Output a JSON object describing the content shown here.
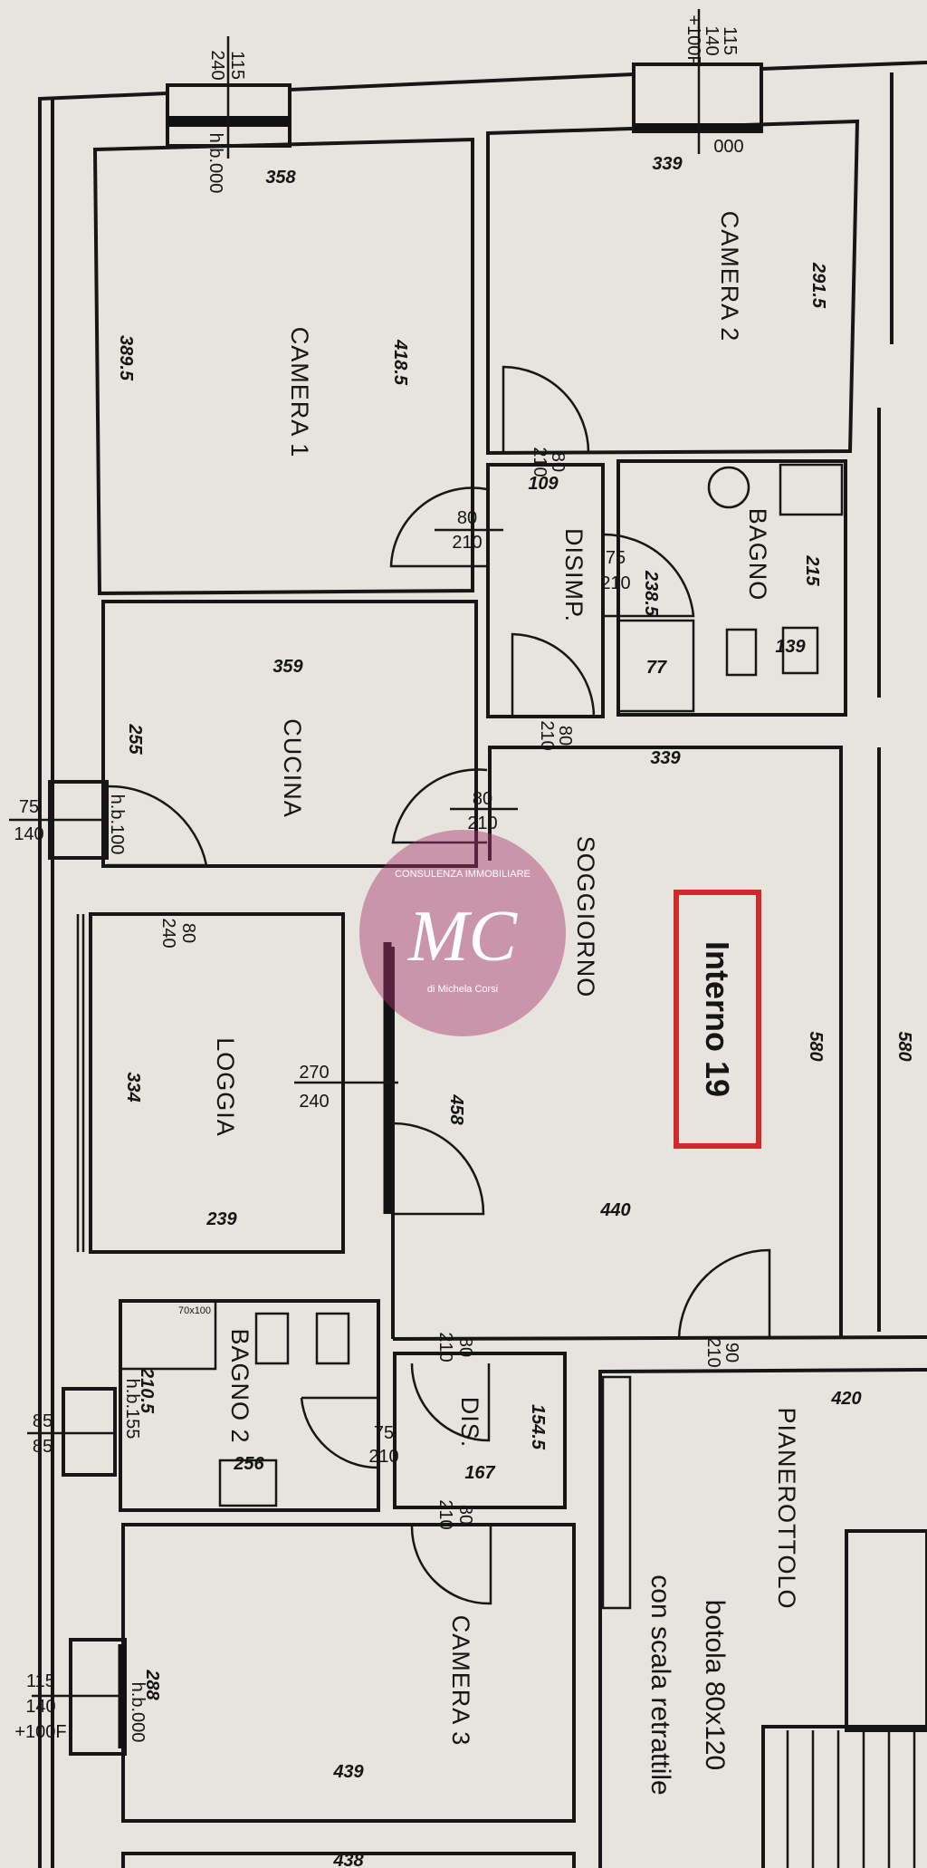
{
  "colors": {
    "paper": "#e6e4dd",
    "line": "#161616",
    "unit_box": "#d22a2a",
    "watermark": "#a8346e"
  },
  "unit_label": "Interno 19",
  "watermark": {
    "monogram": "MC",
    "top_text": "CONSULENZA IMMOBILIARE",
    "bottom_text": "di Michela Corsi"
  },
  "rooms": {
    "camera1": {
      "name": "CAMERA 1",
      "dims": [
        "418.5",
        "389.5",
        "358"
      ]
    },
    "camera2": {
      "name": "CAMERA 2",
      "dims": [
        "291.5",
        "339"
      ]
    },
    "disimp": {
      "name": "DISIMP.",
      "dims": [
        "109"
      ]
    },
    "bagno": {
      "name": "BAGNO",
      "dims": [
        "215",
        "238.5",
        "77",
        "139"
      ]
    },
    "cucina": {
      "name": "CUCINA",
      "dims": [
        "359",
        "255"
      ]
    },
    "soggiorno": {
      "name": "SOGGIORNO",
      "dims": [
        "339",
        "580",
        "440",
        "458"
      ]
    },
    "loggia": {
      "name": "LOGGIA",
      "dims": [
        "334",
        "239"
      ]
    },
    "bagno2": {
      "name": "BAGNO 2",
      "dims": [
        "210.5",
        "256",
        "70x100"
      ]
    },
    "dis": {
      "name": "DIS.",
      "dims": [
        "154.5",
        "167"
      ]
    },
    "camera3": {
      "name": "CAMERA 3",
      "dims": [
        "439",
        "288",
        "438"
      ]
    },
    "pianerottolo": {
      "name": "PIANEROTTOLO",
      "dims": [
        "420"
      ],
      "note_line1": "botola 80x120",
      "note_line2": "con scala retrattile"
    },
    "neighbor": {
      "dims": [
        "580"
      ]
    }
  },
  "windows": [
    {
      "top": "115",
      "bottom": "240",
      "hb": "h.b.000"
    },
    {
      "lines": [
        "115",
        "140",
        "+100F"
      ],
      "hb": "000"
    },
    {
      "top": "75",
      "bottom": "140",
      "hb": "h.b.100"
    },
    {
      "top": "85",
      "bottom": "85",
      "hb": "h.b.155"
    },
    {
      "lines": [
        "115",
        "140",
        "+100F"
      ],
      "hb": "h.b.000"
    }
  ],
  "doors": [
    {
      "w": "80",
      "h": "210"
    },
    {
      "w": "80",
      "h": "210"
    },
    {
      "w": "75",
      "h": "210"
    },
    {
      "w": "80",
      "h": "210"
    },
    {
      "w": "80",
      "h": "210"
    },
    {
      "w": "80",
      "h": "240"
    },
    {
      "w": "270",
      "h": "240"
    },
    {
      "w": "90",
      "h": "210"
    },
    {
      "w": "80",
      "h": "210"
    },
    {
      "w": "75",
      "h": "210"
    },
    {
      "w": "80",
      "h": "210"
    }
  ]
}
